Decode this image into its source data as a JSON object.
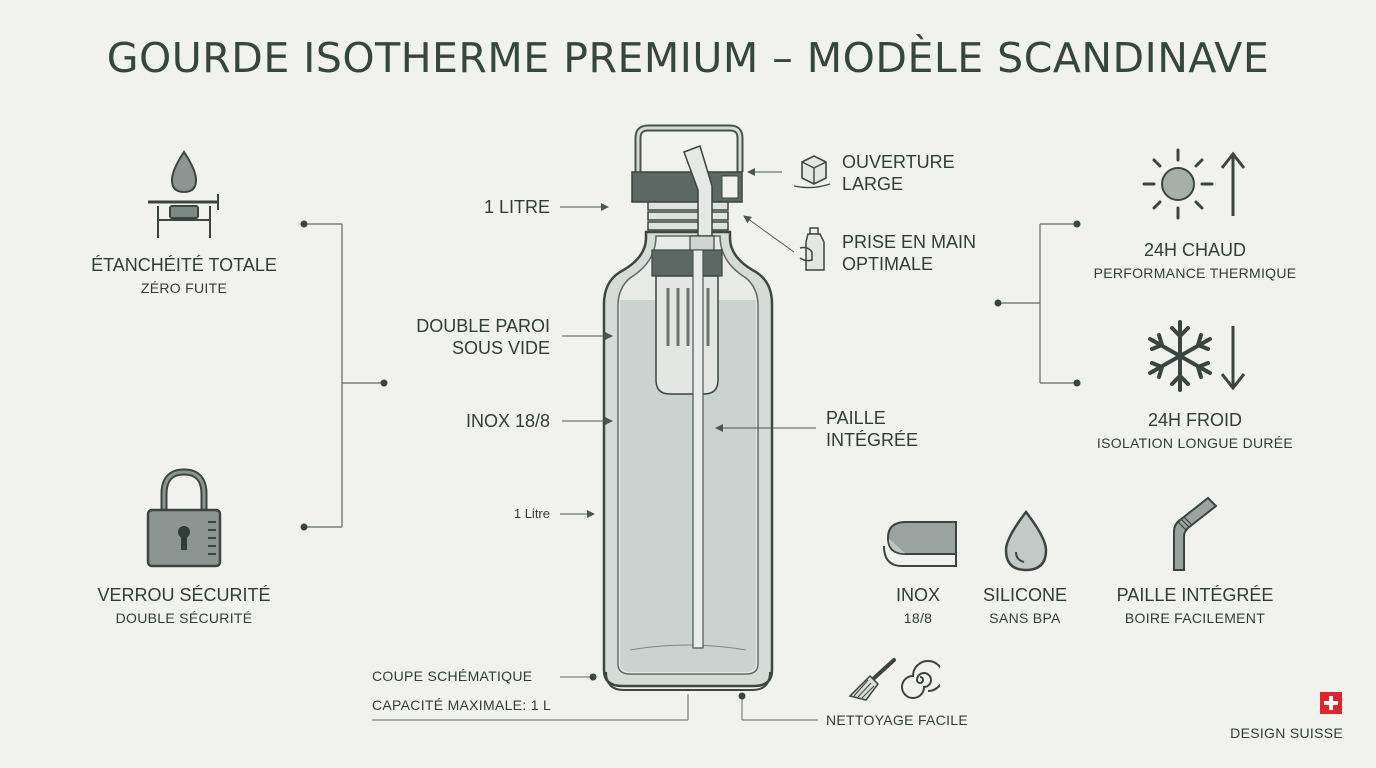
{
  "title": "GOURDE ISOTHERME PREMIUM – MODÈLE SCANDINAVE",
  "left_features": [
    {
      "title": "ÉTANCHÉITÉ TOTALE",
      "subtitle": "ZÉRO FUITE"
    },
    {
      "title": "VERROU SÉCURITÉ",
      "subtitle": "DOUBLE SÉCURITÉ"
    }
  ],
  "bottle_labels": {
    "litre_top": "1 LITRE",
    "double_wall_1": "DOUBLE PAROI",
    "double_wall_2": "SOUS VIDE",
    "steel": "INOX 18/8",
    "litre_small": "1 Litre",
    "opening_1": "OUVERTURE",
    "opening_2": "LARGE",
    "grip_1": "PRISE EN MAIN",
    "grip_2": "OPTIMALE",
    "straw_1": "PAILLE",
    "straw_2": "INTÉGRÉE"
  },
  "bottom_left": {
    "cut": "COUPE SCHÉMATIQUE",
    "capacity": "CAPACITÉ MAXIMALE: 1 L"
  },
  "cleaning": "NETTOYAGE FACILE",
  "right_features": [
    {
      "title": "24H CHAUD",
      "subtitle": "PERFORMANCE THERMIQUE"
    },
    {
      "title": "24H FROID",
      "subtitle": "ISOLATION LONGUE DURÉE"
    }
  ],
  "materials": [
    {
      "title": "INOX",
      "subtitle": "18/8"
    },
    {
      "title": "SILICONE",
      "subtitle": "SANS BPA"
    },
    {
      "title": "PAILLE INTÉGRÉE",
      "subtitle": "BOIRE FACILEMENT"
    }
  ],
  "brand": "DESIGN SUISSE",
  "colors": {
    "background": "#f1f1ee",
    "ink": "#2f3d39",
    "flag": "#e0242b"
  },
  "icons": [
    "drop-icon",
    "padlock-icon",
    "ice-cube-icon",
    "bottle-hand-icon",
    "sun-icon",
    "arrow-up-icon",
    "snowflake-icon",
    "arrow-down-icon",
    "steel-sheet-icon",
    "silicone-drop-icon",
    "straw-icon",
    "brush-icon",
    "swirl-icon",
    "swiss-flag-icon"
  ]
}
